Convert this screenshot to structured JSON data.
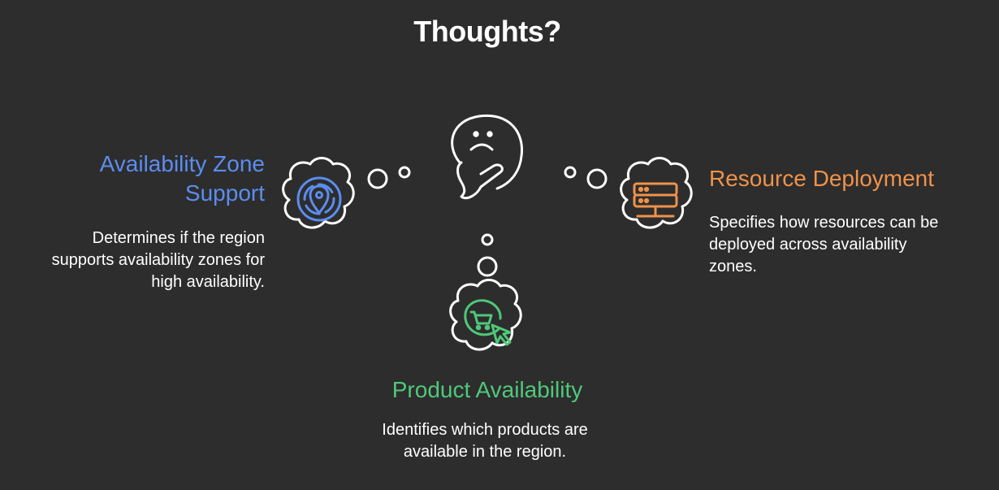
{
  "title": "Thoughts?",
  "colors": {
    "background": "#2d2d2d",
    "outline": "#ffffff",
    "blue": "#5b8def",
    "orange": "#f0924a",
    "green": "#4fc87a"
  },
  "icons": {
    "center": "thinking-face-icon",
    "left": "location-pin-icon",
    "right": "server-rack-icon",
    "bottom": "shopping-cart-cursor-icon"
  },
  "items": {
    "left": {
      "heading": "Availability Zone Support",
      "heading_line1": "Availability Zone",
      "heading_line2": "Support",
      "description": "Determines if the region supports availability zones for high availability.",
      "desc_line1": "Determines if the region",
      "desc_line2": "supports availability zones for",
      "desc_line3": "high availability."
    },
    "right": {
      "heading": "Resource Deployment",
      "description": "Specifies how resources can be deployed across availability zones.",
      "desc_line1": "Specifies how resources can be",
      "desc_line2": "deployed across availability",
      "desc_line3": "zones."
    },
    "bottom": {
      "heading": "Product Availability",
      "description": "Identifies which products are available in the region.",
      "desc_line1": "Identifies which products are",
      "desc_line2": "available in the region."
    }
  }
}
